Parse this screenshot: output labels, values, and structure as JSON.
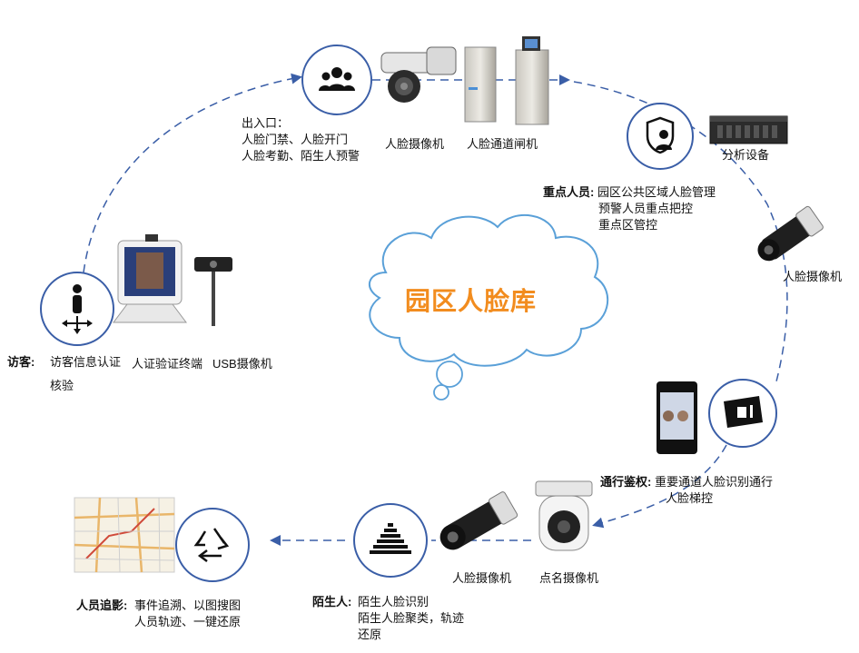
{
  "center": {
    "title": "园区人脸库"
  },
  "entrance": {
    "lines": [
      "出入口：",
      "人脸门禁、人脸开门",
      "人脸考勤、陌生人预警"
    ],
    "cam_label": "人脸摄像机",
    "gate_label": "人脸通道闸机"
  },
  "key_personnel": {
    "prefix": "重点人员:",
    "line1": "园区公共区域人脸管理",
    "line2": "预警人员重点把控",
    "line3": "重点区管控",
    "device_label": "分析设备",
    "cam_label": "人脸摄像机"
  },
  "visitor": {
    "prefix": "访客:",
    "line1": "访客信息认证",
    "line2": "核验",
    "terminal_label": "人证验证终端",
    "usb_label": "USB摄像机"
  },
  "access": {
    "prefix": "通行鉴权:",
    "line1": "重要通道人脸识别通行",
    "line2": "人脸梯控"
  },
  "stranger": {
    "prefix": "陌生人:",
    "line1": "陌生人脸识别",
    "line2": "陌生人脸聚类，轨迹",
    "line3": "还原",
    "cam_label": "人脸摄像机",
    "ptz_label": "点名摄像机"
  },
  "tracking": {
    "prefix": "人员追影:",
    "line1": "事件追溯、以图搜图",
    "line2": "人员轨迹、一键还原"
  },
  "colors": {
    "ring": "#3a5ea7",
    "accent": "#f28c1e",
    "cloud": "#5aa0d8"
  }
}
